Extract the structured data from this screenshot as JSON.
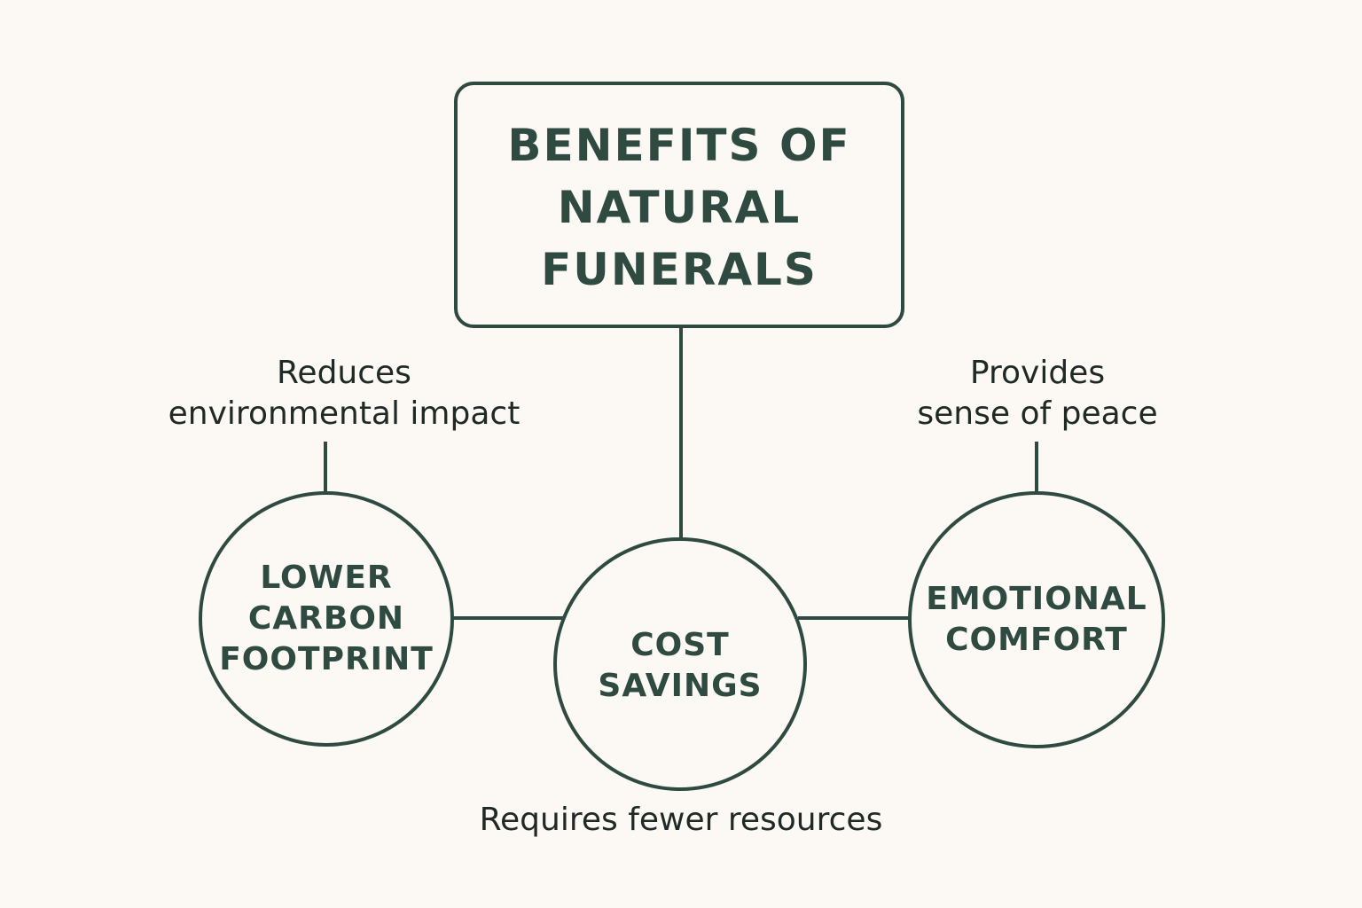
{
  "diagram": {
    "title": {
      "lines": [
        "BENEFITS OF",
        "NATURAL",
        "FUNERALS"
      ]
    },
    "nodes": [
      {
        "id": "lower-carbon",
        "lines": [
          "LOWER",
          "CARBON",
          "FOOTPRINT"
        ],
        "caption_lines": [
          "Reduces",
          "environmental impact"
        ]
      },
      {
        "id": "cost-savings",
        "lines": [
          "COST",
          "SAVINGS"
        ],
        "caption_lines": [
          "Requires fewer resources"
        ]
      },
      {
        "id": "emotional-comfort",
        "lines": [
          "EMOTIONAL",
          "COMFORT"
        ],
        "caption_lines": [
          "Provides",
          "sense of peace"
        ]
      }
    ],
    "colors": {
      "background": "#fcf8f3",
      "ink": "#2f4a40",
      "caption_text": "#1f2a26"
    }
  }
}
